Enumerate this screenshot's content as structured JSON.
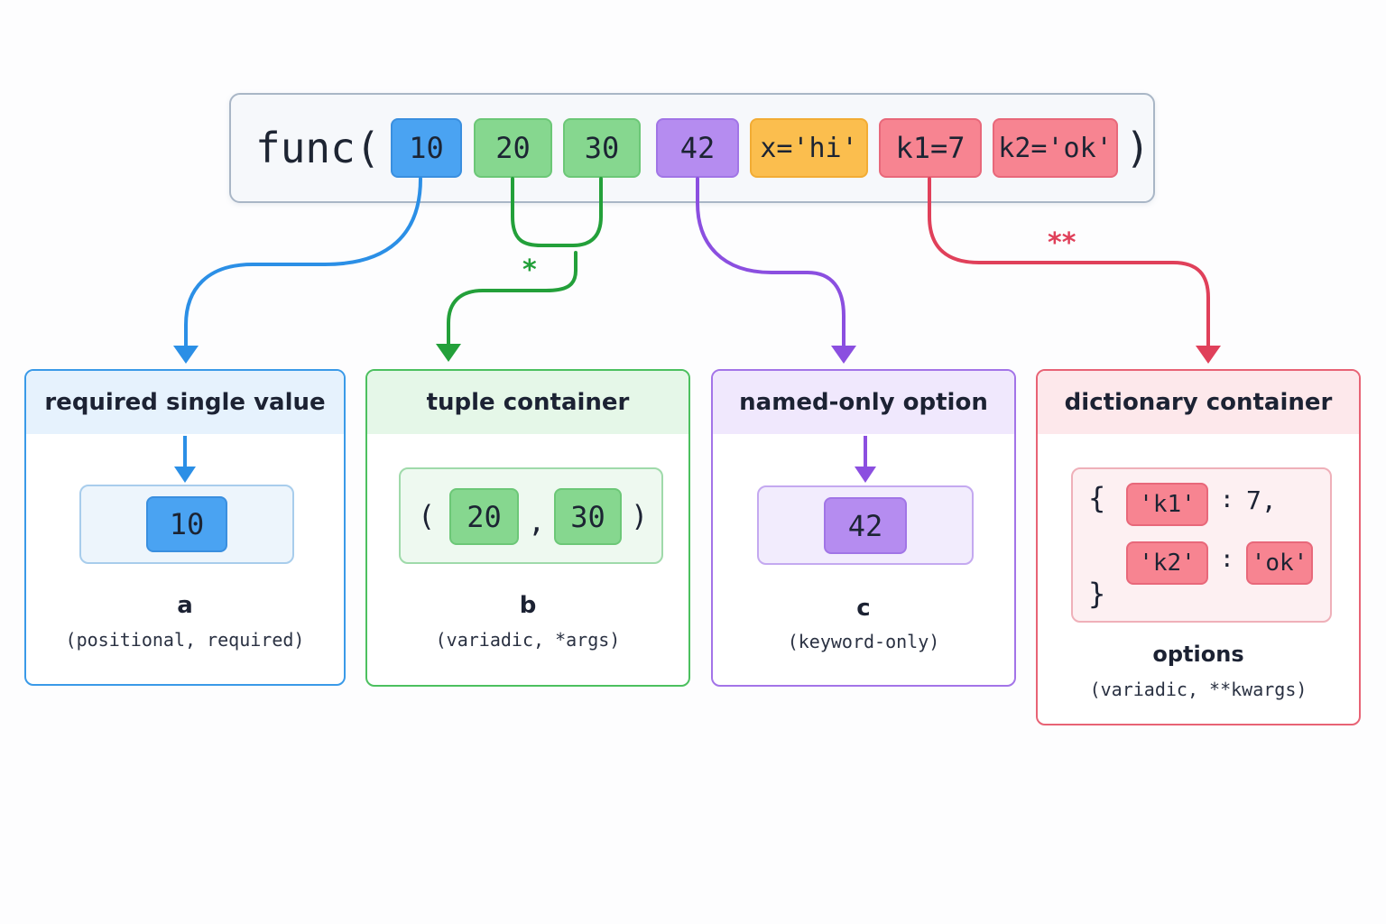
{
  "call": {
    "func_name": "func(",
    "close_paren": ")",
    "args": [
      "10",
      "20",
      "30",
      "42",
      "x='hi'",
      "k1=7",
      "k2='ok'"
    ]
  },
  "operators": {
    "star": "*",
    "double_star": "**"
  },
  "panels": [
    {
      "title": "required single value",
      "values": [
        "10"
      ],
      "param_name": "a",
      "param_kind": "(positional, required)"
    },
    {
      "title": "tuple container",
      "open": "(",
      "separator": ",",
      "close": ")",
      "values": [
        "20",
        "30"
      ],
      "param_name": "b",
      "param_kind": "(variadic, *args)"
    },
    {
      "title": "named-only option",
      "values": [
        "42"
      ],
      "param_name": "c",
      "param_kind": "(keyword-only)"
    },
    {
      "title": "dictionary container",
      "open": "{",
      "close": "}",
      "colon": ":",
      "entries": [
        {
          "key": "'k1'",
          "value": "7,"
        },
        {
          "key": "'k2'",
          "value": "'ok'"
        }
      ],
      "param_name": "options",
      "param_kind": "(variadic, **kwargs)"
    }
  ],
  "colors": {
    "blue": "#2b8fe6",
    "green": "#23a03a",
    "purple": "#8b4fe0",
    "red": "#e0405a",
    "orange": "#fbbe4e"
  }
}
